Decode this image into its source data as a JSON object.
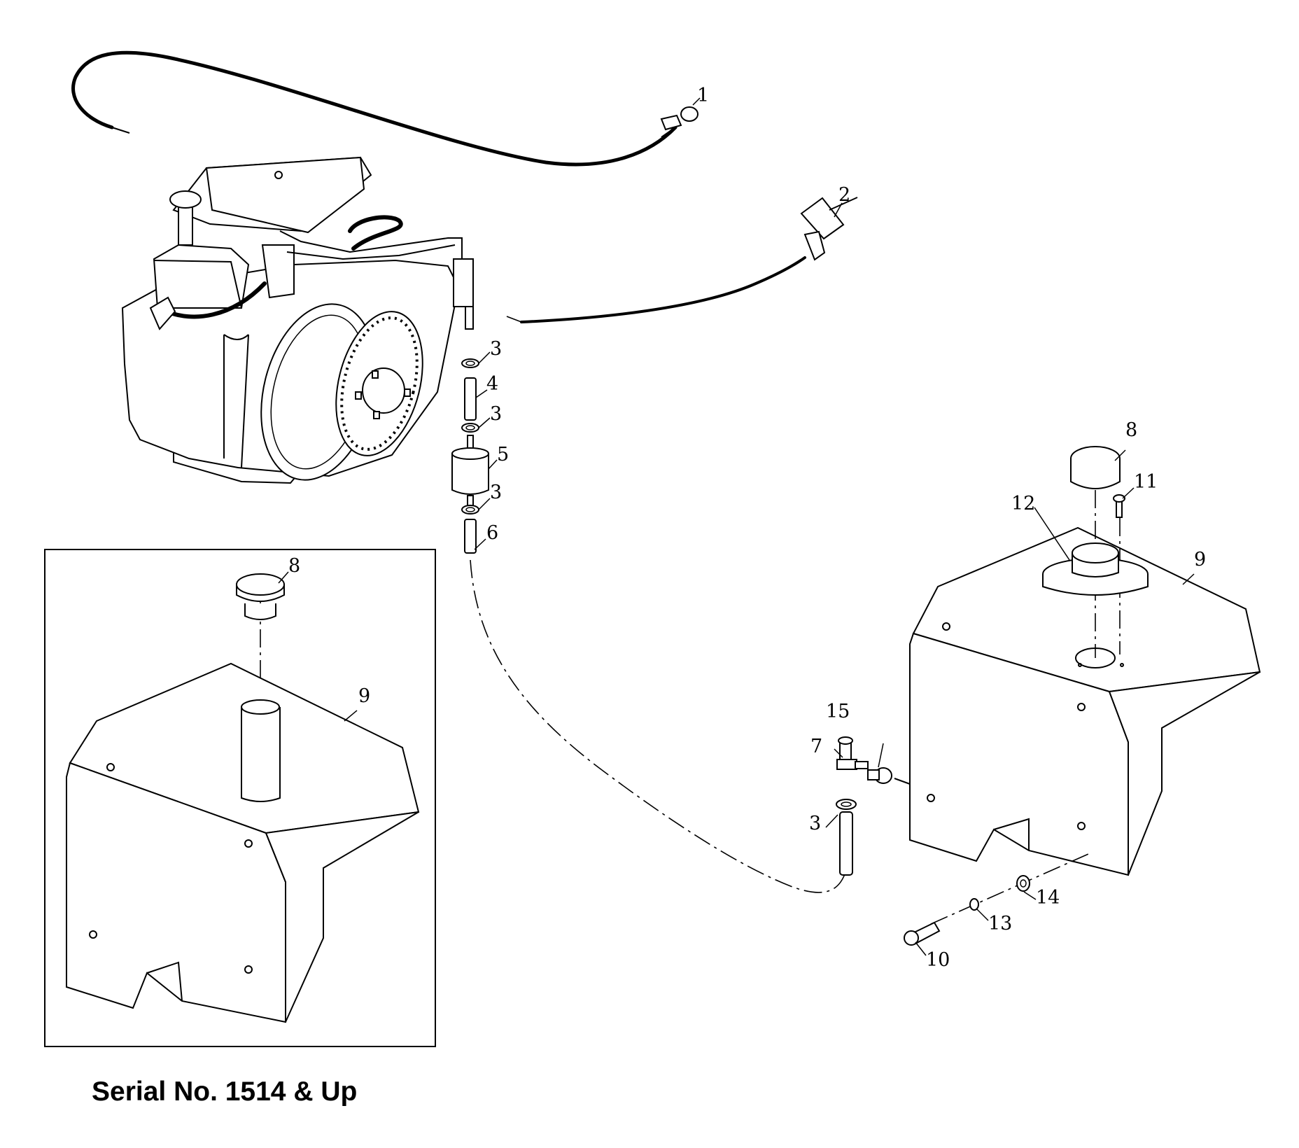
{
  "caption": "Serial No. 1514 & Up",
  "callouts": {
    "c1": "1",
    "c2": "2",
    "c3a": "3",
    "c3b": "3",
    "c3c": "3",
    "c3d": "3",
    "c4": "4",
    "c5": "5",
    "c6": "6",
    "c7": "7",
    "c8_inset": "8",
    "c8_main": "8",
    "c9_inset": "9",
    "c9_main": "9",
    "c10": "10",
    "c11": "11",
    "c12": "12",
    "c13": "13",
    "c14": "14",
    "c15": "15"
  }
}
